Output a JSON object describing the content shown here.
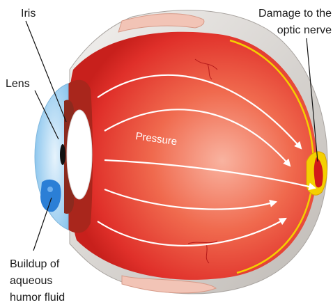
{
  "labels": {
    "iris": "Iris",
    "lens": "Lens",
    "damage_line1": "Damage to the",
    "damage_line2": "optic nerve",
    "pressure": "Pressure",
    "buildup_line1": "Buildup of",
    "buildup_line2": "aqueous",
    "buildup_line3": "humor fluid"
  },
  "colors": {
    "eyeball_red": "#e8312a",
    "eyeball_light": "#f6a08a",
    "sclera": "#d9d5d0",
    "optic_nerve_yellow": "#f4d000",
    "cornea_blue": "#8ec7ee",
    "fluid_blue": "#2b7fd6",
    "lens_white": "#ffffff",
    "iris_brown": "#8b2a1e"
  }
}
